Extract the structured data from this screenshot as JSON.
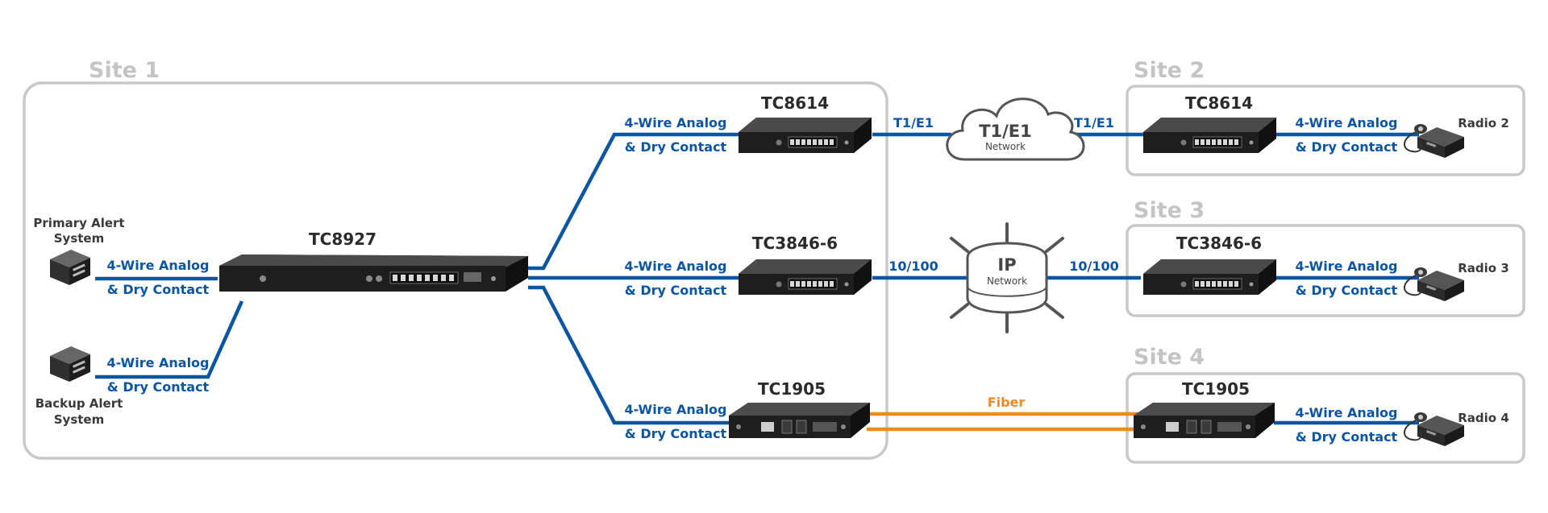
{
  "sites": {
    "site1": "Site 1",
    "site2": "Site 2",
    "site3": "Site 3",
    "site4": "Site 4"
  },
  "alerts": {
    "primary_line1": "Primary Alert",
    "primary_line2": "System",
    "backup_line1": "Backup Alert",
    "backup_line2": "System"
  },
  "devices": {
    "central": "TC8927",
    "s1_top": "TC8614",
    "s1_mid": "TC3846-6",
    "s1_bot": "TC1905",
    "s2": "TC8614",
    "s3": "TC3846-6",
    "s4": "TC1905"
  },
  "links": {
    "analog": "4-Wire Analog",
    "dry": "& Dry Contact",
    "t1e1": "T1/E1",
    "eth": "10/100",
    "fiber": "Fiber"
  },
  "networks": {
    "t1e1_title": "T1/E1",
    "t1e1_sub": "Network",
    "ip_title": "IP",
    "ip_sub": "Network"
  },
  "radios": {
    "r2": "Radio 2",
    "r3": "Radio 3",
    "r4": "Radio 4"
  },
  "colors": {
    "analog_link": "#0b55a3",
    "fiber_link": "#ef8a22",
    "site_border": "#c9c9c9"
  }
}
